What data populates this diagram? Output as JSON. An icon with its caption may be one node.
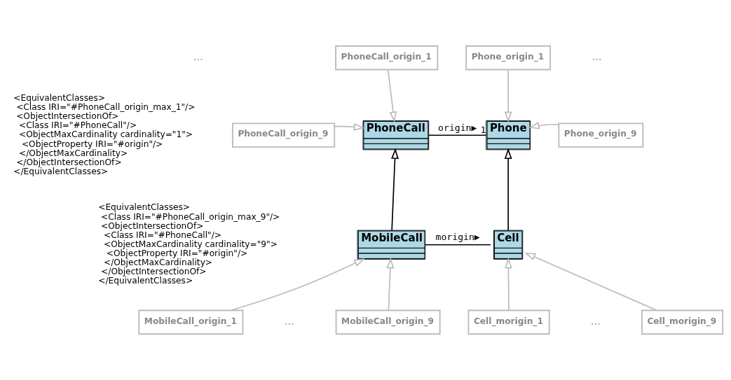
{
  "diagram": {
    "nodes": [
      {
        "text": [
          "PhoneCall"
        ]
      },
      {
        "text": [
          "Phone"
        ]
      },
      {
        "text": [
          "MobileCall"
        ]
      },
      {
        "text": [
          "Cell"
        ]
      },
      {
        "text": [
          "PhoneCall_origin_1"
        ]
      },
      {
        "text": [
          "Phone_origin_1"
        ]
      },
      {
        "text": [
          "PhoneCall_origin_9"
        ]
      },
      {
        "text": [
          "Phone_origin_9"
        ]
      },
      {
        "text": [
          "MobileCall_origin_1"
        ]
      },
      {
        "text": [
          "MobileCall_origin_9"
        ]
      },
      {
        "text": [
          "Cell_morigin_1"
        ]
      },
      {
        "text": [
          "Cell_morigin_9"
        ]
      }
    ],
    "edges": [
      {
        "from": 0,
        "to": 1,
        "arrow": "none",
        "label": "origin▶",
        "color": "#000000"
      },
      {
        "from": 2,
        "to": 3,
        "arrow": "none",
        "label": "morigin▶",
        "color": "#000000"
      },
      {
        "from": 2,
        "to": 0,
        "arrow": "to",
        "color": "#000000"
      },
      {
        "from": 3,
        "to": 1,
        "arrow": "to",
        "color": "#000000"
      },
      {
        "from": 4,
        "to": 0,
        "arrow": "to"
      },
      {
        "from": 6,
        "to": 0,
        "arrow": "to"
      },
      {
        "from": 5,
        "to": 1,
        "arrow": "to"
      },
      {
        "from": 7,
        "to": 1,
        "arrow": "to"
      },
      {
        "from": 8,
        "to": 2,
        "arrow": "to"
      },
      {
        "from": 9,
        "to": 2,
        "arrow": "to"
      },
      {
        "from": 10,
        "to": 3,
        "arrow": "to"
      },
      {
        "from": 11,
        "to": 3,
        "arrow": "to"
      }
    ],
    "labels": [
      "<EquivalentClasses>",
      "<Class IRI=\"#PhoneCall_origin_max_1\"/>",
      "<ObjectIntersectionOf>",
      "<Class IRI=\"#PhoneCall\"/>",
      "<ObjectMaxCardinality cardinality=\"1\">",
      "<ObjectProperty IRI=\"#origin\"/>",
      "</ObjectMaxCardinality>",
      "</ObjectIntersectionOf>",
      "</EquivalentClasses>",
      "...",
      "...",
      "1",
      "<EquivalentClasses>",
      "<Class IRI=\"#PhoneCall_origin_max_9\"/>",
      "<ObjectIntersectionOf>",
      "<Class IRI=\"#PhoneCall\"/>",
      "<ObjectMaxCardinality cardinality=\"9\">",
      "<ObjectProperty IRI=\"#origin\"/>",
      "</ObjectMaxCardinality>",
      "</ObjectIntersectionOf>",
      "</EquivalentClasses>",
      "...",
      "..."
    ]
  }
}
